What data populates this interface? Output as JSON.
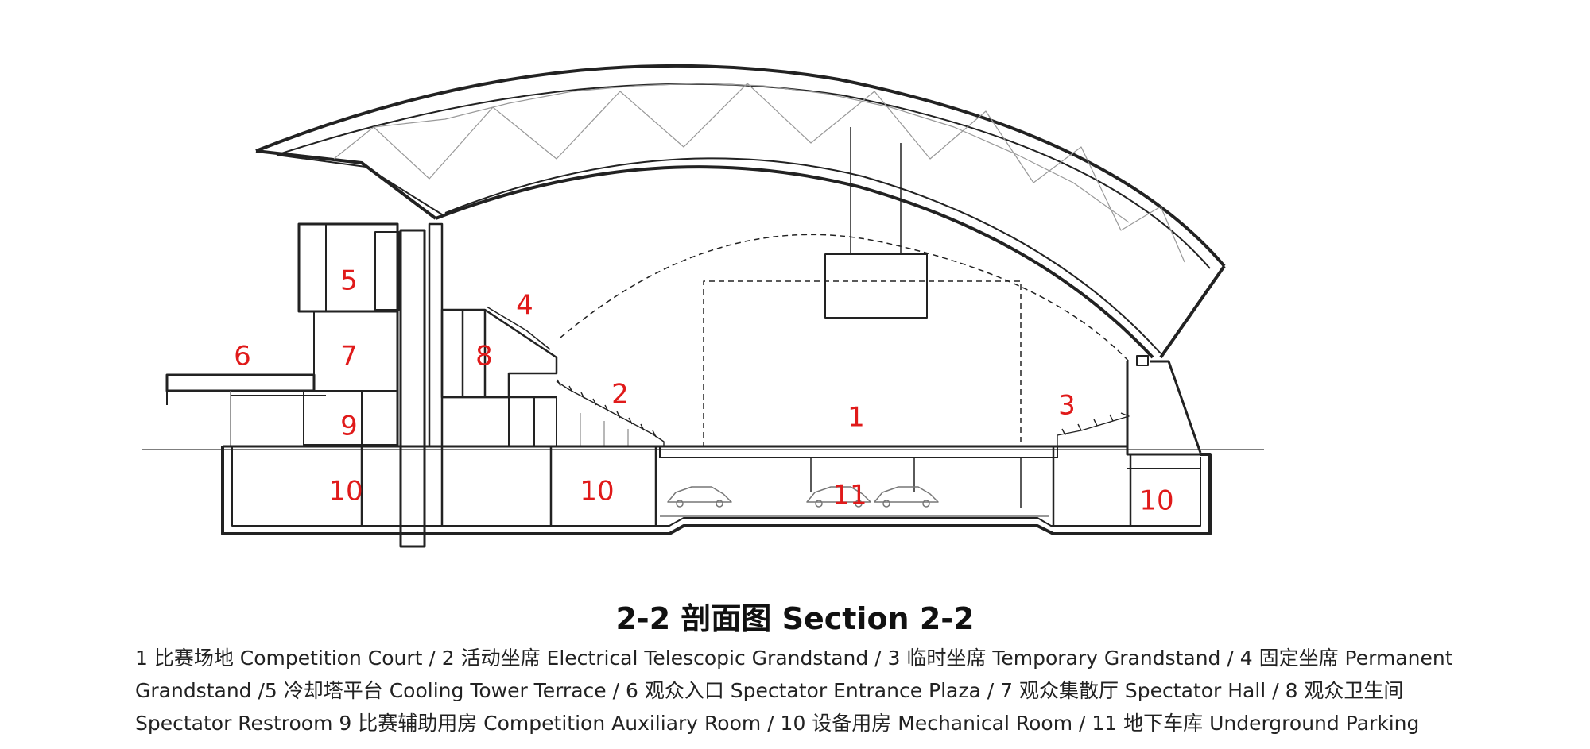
{
  "title": "2-2 剖面图 Section 2-2",
  "legend_lines": [
    "1 比赛场地 Competition Court / 2 活动坐席 Electrical Telescopic Grandstand / 3 临时坐席 Temporary Grandstand / 4 固定坐席 Permanent",
    "Grandstand /5  冷却塔平台 Cooling Tower Terrace / 6 观众入口 Spectator Entrance Plaza / 7 观众集散厅 Spectator Hall / 8 观众卫生间",
    "Spectator Restroom 9 比赛辅助用房 Competition Auxiliary Room / 10 设备用房 Mechanical Room / 11 地下车库 Underground Parking"
  ],
  "labels": {
    "n1": "1",
    "n2": "2",
    "n3": "3",
    "n4": "4",
    "n5": "5",
    "n6": "6",
    "n7": "7",
    "n8": "8",
    "n9": "9",
    "n10a": "10",
    "n10b": "10",
    "n10c": "10",
    "n11": "11"
  },
  "colors": {
    "label": "#e01a1a",
    "line": "#222222"
  }
}
